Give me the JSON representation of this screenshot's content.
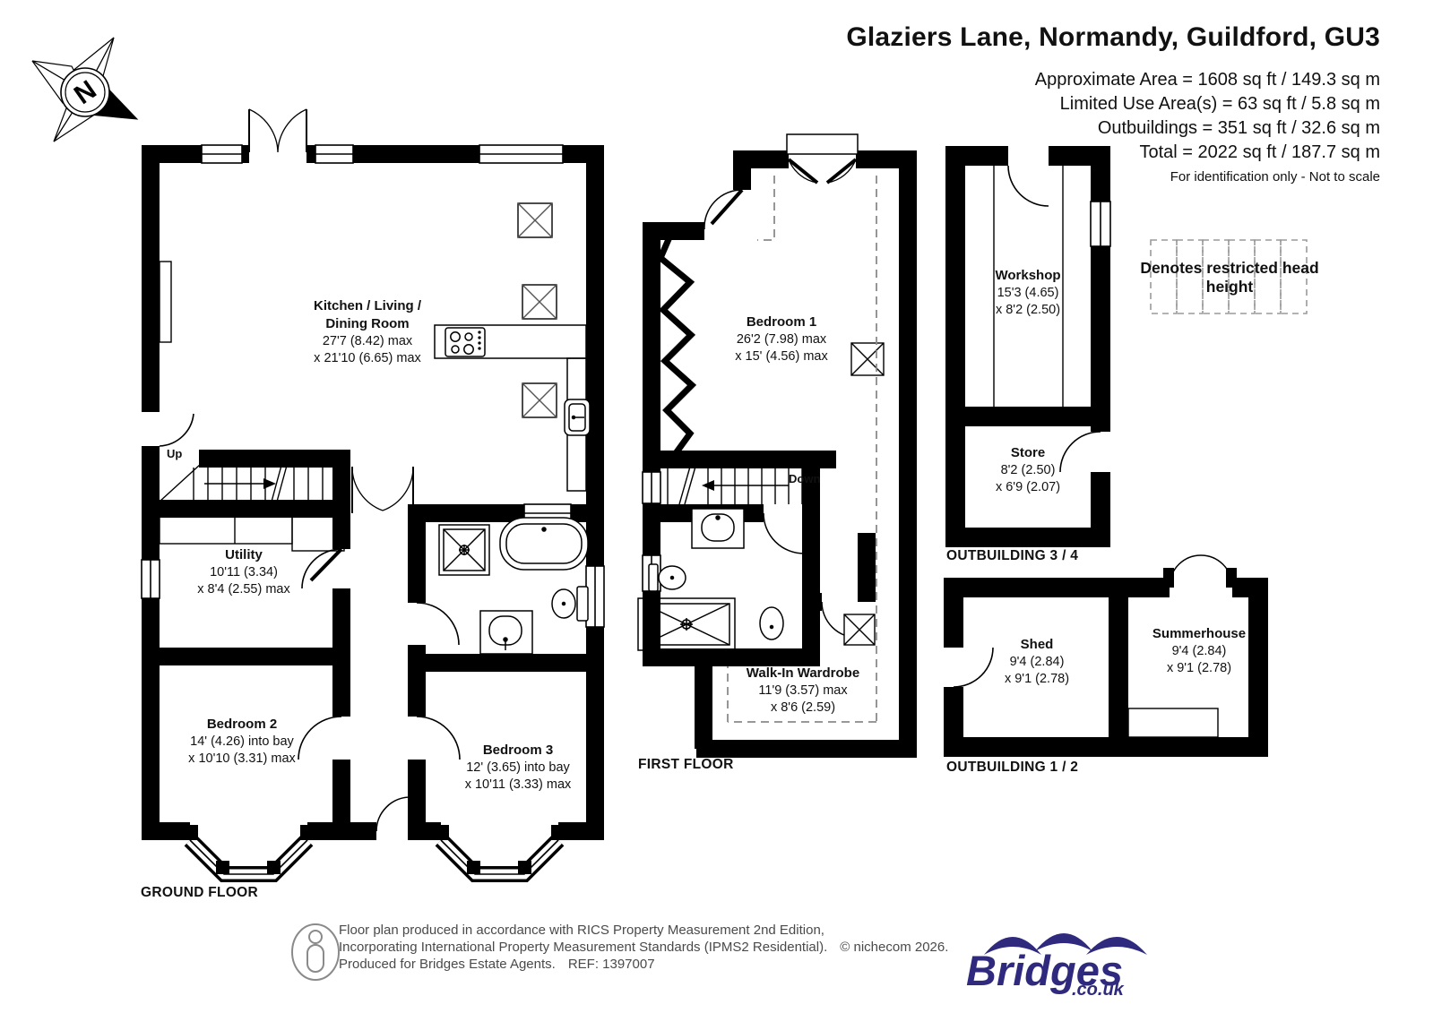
{
  "header": {
    "title": "Glaziers Lane, Normandy, Guildford, GU3",
    "area_lines": [
      "Approximate Area = 1608 sq ft / 149.3 sq m",
      "Limited Use Area(s) = 63 sq ft / 5.8 sq m",
      "Outbuildings = 351 sq ft / 32.6 sq m",
      "Total = 2022 sq ft / 187.7 sq m"
    ],
    "disclaimer": "For identification only - Not to scale"
  },
  "legend": {
    "restricted_text": "Denotes restricted head height"
  },
  "compass": {
    "north": "N"
  },
  "rooms": {
    "kitchen": {
      "name": "Kitchen / Living / Dining Room",
      "dim1": "27'7 (8.42) max",
      "dim2": "x 21'10 (6.65) max"
    },
    "utility": {
      "name": "Utility",
      "dim1": "10'11 (3.34)",
      "dim2": "x 8'4 (2.55) max"
    },
    "bedroom2": {
      "name": "Bedroom 2",
      "dim1": "14' (4.26) into bay",
      "dim2": "x 10'10 (3.31) max"
    },
    "bedroom3": {
      "name": "Bedroom 3",
      "dim1": "12' (3.65) into bay",
      "dim2": "x 10'11 (3.33) max"
    },
    "bedroom1": {
      "name": "Bedroom 1",
      "dim1": "26'2 (7.98) max",
      "dim2": "x 15' (4.56) max"
    },
    "wardrobe": {
      "name": "Walk-In Wardrobe",
      "dim1": "11'9 (3.57) max",
      "dim2": "x 8'6 (2.59)"
    },
    "workshop": {
      "name": "Workshop",
      "dim1": "15'3 (4.65)",
      "dim2": "x 8'2 (2.50)"
    },
    "store": {
      "name": "Store",
      "dim1": "8'2 (2.50)",
      "dim2": "x 6'9 (2.07)"
    },
    "shed": {
      "name": "Shed",
      "dim1": "9'4 (2.84)",
      "dim2": "x 9'1 (2.78)"
    },
    "summerhouse": {
      "name": "Summerhouse",
      "dim1": "9'4 (2.84)",
      "dim2": "x 9'1 (2.78)"
    }
  },
  "floor_labels": {
    "ground": "GROUND FLOOR",
    "first": "FIRST FLOOR",
    "outbuilding34": "OUTBUILDING 3 / 4",
    "outbuilding12": "OUTBUILDING 1 / 2"
  },
  "stairs": {
    "up": "Up",
    "down": "Down"
  },
  "footer": {
    "line1": "Floor plan produced in accordance with RICS Property Measurement 2nd Edition,",
    "line2": "Incorporating International Property Measurement Standards (IPMS2 Residential).",
    "copyright": "© nichecom 2026.",
    "line3": "Produced for Bridges Estate Agents.",
    "ref": "REF: 1397007"
  },
  "logo": {
    "name": "Bridges",
    "suffix": ".co.uk",
    "color": "#2f2a7d"
  },
  "colors": {
    "wall": "#000000",
    "dashed": "#8a8a8a",
    "footer_text": "#4a4a4a"
  }
}
